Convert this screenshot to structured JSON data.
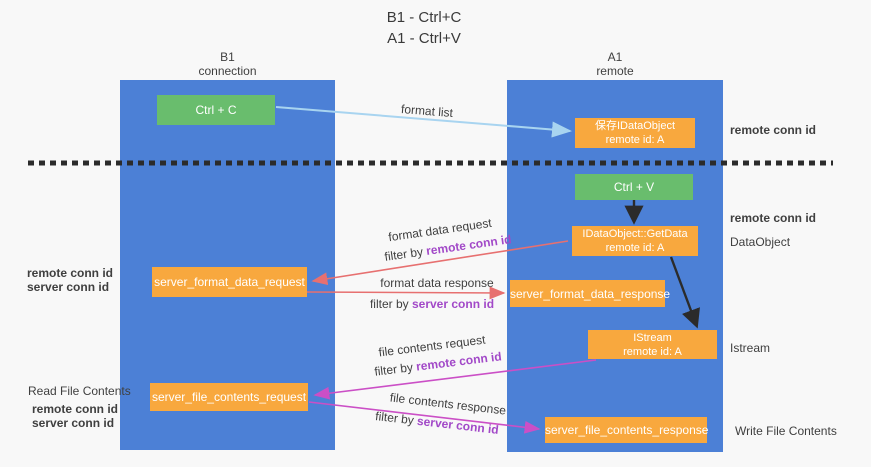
{
  "title": {
    "line1": "B1 - Ctrl+C",
    "line2": "A1 - Ctrl+V"
  },
  "lanes": {
    "left": {
      "name": "B1",
      "role": "connection"
    },
    "right": {
      "name": "A1",
      "role": "remote"
    }
  },
  "nodes": {
    "ctrl_c": {
      "label": "Ctrl + C"
    },
    "ctrl_v": {
      "label": "Ctrl + V"
    },
    "save_dataobject": {
      "line1": "保存IDataObject",
      "line2": "remote id: A"
    },
    "getdata": {
      "line1": "IDataObject::GetData",
      "line2": "remote id: A"
    },
    "istream": {
      "line1": "IStream",
      "line2": "remote id: A"
    },
    "format_request": {
      "label": "server_format_data_request"
    },
    "format_response": {
      "label": "server_format_data_response"
    },
    "file_request": {
      "label": "server_file_contents_request"
    },
    "file_response": {
      "label": "server_file_contents_response"
    }
  },
  "edges": {
    "format_list": {
      "label": "format list"
    },
    "format_data_request": {
      "label": "format data request",
      "filter_prefix": "filter by ",
      "filter_key": "remote conn id"
    },
    "format_data_response": {
      "label": "format data response",
      "filter_prefix": "filter by ",
      "filter_key": "server conn id"
    },
    "file_contents_request": {
      "label": "file contents request",
      "filter_prefix": "filter by ",
      "filter_key": "remote conn id"
    },
    "file_contents_response": {
      "label": "file contents response",
      "filter_prefix": "filter by ",
      "filter_key": "server conn id"
    }
  },
  "annotations": {
    "right_top_remote_conn_id": "remote conn id",
    "right_mid_remote_conn_id": "remote conn id",
    "right_dataobject": "DataObject",
    "right_istream": "Istream",
    "right_write_file": "Write File Contents",
    "left_remote_conn_id_1": "remote conn id",
    "left_server_conn_id_1": "server conn id",
    "left_read_file": "Read File Contents",
    "left_remote_conn_id_2": "remote conn id",
    "left_server_conn_id_2": "server conn id"
  },
  "colors": {
    "lane_blue": "#4c80d6",
    "node_green": "#69bd6d",
    "node_orange": "#f8a83e",
    "arrow_light_blue": "#a8d4f0",
    "arrow_red": "#e77070",
    "arrow_magenta": "#cb4fc6",
    "arrow_black": "#2b2b2b",
    "text_purple": "#a249c8",
    "text_green": "#4fae55"
  }
}
